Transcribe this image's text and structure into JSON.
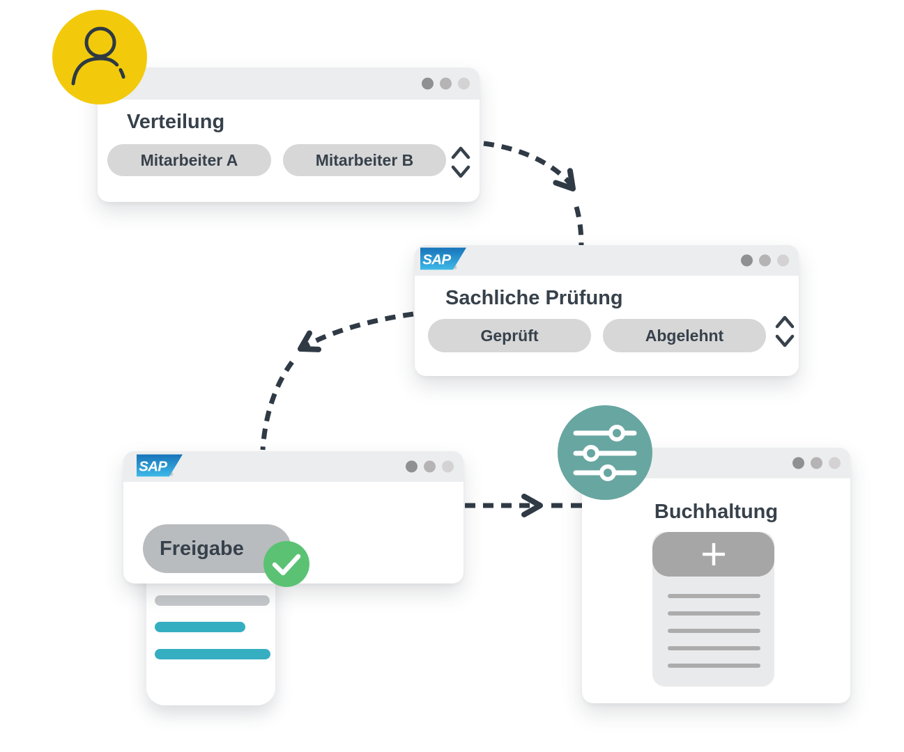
{
  "windows": {
    "verteilung": {
      "title": "Verteilung",
      "pill_a": "Mitarbeiter A",
      "pill_b": "Mitarbeiter B"
    },
    "sachliche_pruefung": {
      "logo_text": "SAP",
      "logo_reg": "®",
      "title": "Sachliche Prüfung",
      "pill_a": "Geprüft",
      "pill_b": "Abgelehnt"
    },
    "freigabe": {
      "logo_text": "SAP",
      "logo_reg": "®",
      "pill": "Freigabe"
    },
    "buchhaltung": {
      "title": "Buchhaltung"
    }
  },
  "icons": {
    "user": "person-outline",
    "sliders": "settings-sliders",
    "check": "checkmark",
    "chevron_up": "chevron-up",
    "chevron_down": "chevron-down",
    "plus": "+",
    "window_dots": "window-control-dots",
    "arrow": "dashed-flow-arrow"
  },
  "colors": {
    "accent_yellow": "#F2CA0B",
    "accent_teal_circle": "#68A6A1",
    "accent_teal_line": "#36AEC1",
    "accent_green": "#5BC274",
    "sap_blue_top": "#1873B9",
    "sap_blue_bottom": "#3DB9E8",
    "arrow": "#2F3A45",
    "titlebar": "#ECEDEE",
    "pill_gray": "#D7D7D8",
    "pill_dark_gray": "#B9BCBF",
    "text_dark": "#37414B"
  }
}
